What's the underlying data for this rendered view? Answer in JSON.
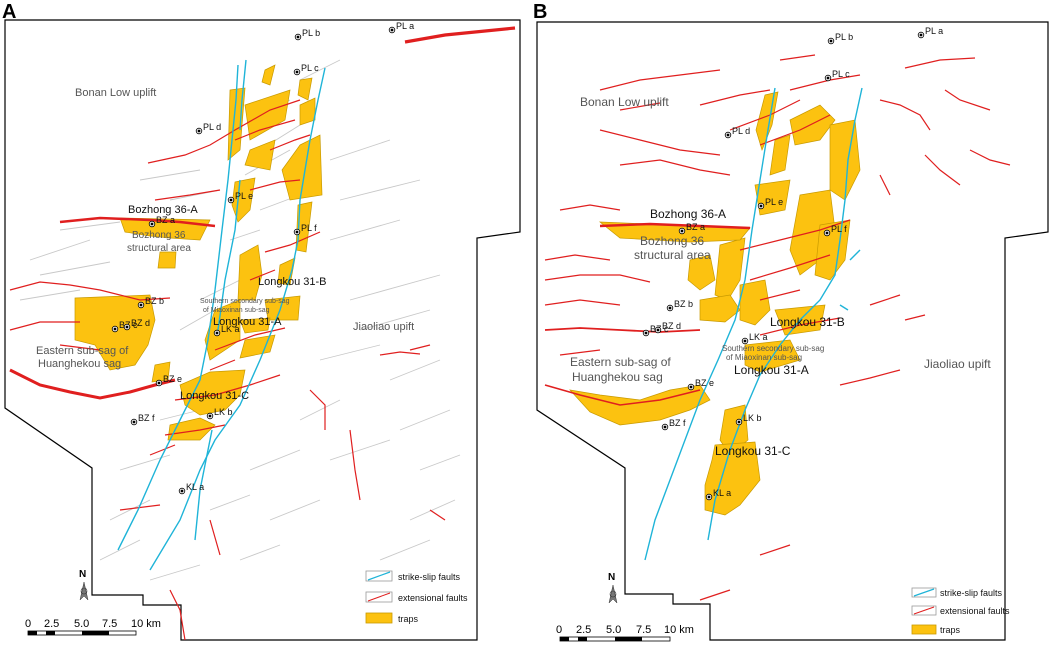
{
  "panels": {
    "a": {
      "label": "A",
      "regions": {
        "bonan_low_uplift": "Bonan Low uplift",
        "bozhong_36a": "Bozhong 36-A",
        "bozhong_36_structural_1": "Bozhong 36",
        "bozhong_36_structural_2": "structural area",
        "longkou_31b": "Longkou 31-B",
        "southern_subsag_1": "Southern secondary sub-sag",
        "southern_subsag_2": "of Miaoxinan sub-sag",
        "longkou_31a": "Longkou 31-A",
        "jiaoliao_uplift": "Jiaoliao upift",
        "eastern_subsag_1": "Eastern sub-sag of",
        "eastern_subsag_2": "Huanghekou sag",
        "longkou_31c": "Longkou 31-C"
      },
      "wells": [
        "PL a",
        "PL b",
        "PL c",
        "PL d",
        "PL e",
        "PL f",
        "BZ a",
        "BZ b",
        "BZ c",
        "BZ d",
        "BZ e",
        "BZ f",
        "LK a",
        "LK b",
        "KL a"
      ],
      "legend": {
        "strike_slip": "strike-slip faults",
        "extensional": "extensional faults",
        "traps": "traps"
      },
      "north": "N",
      "scale": {
        "ticks": [
          "0",
          "2.5",
          "5.0",
          "7.5",
          "10 km"
        ]
      }
    },
    "b": {
      "label": "B",
      "regions": {
        "bonan_low_uplift": "Bonan Low uplift",
        "bozhong_36a": "Bozhong 36-A",
        "bozhong_36_structural_1": "Bozhong 36",
        "bozhong_36_structural_2": "structural area",
        "longkou_31b": "Longkou 31-B",
        "southern_subsag_1": "Southern secondary sub-sag",
        "southern_subsag_2": "of Miaoxinan sub-sag",
        "longkou_31a": "Longkou 31-A",
        "jiaoliao_uplift": "Jiaoliao upift",
        "eastern_subsag_1": "Eastern sub-sag of",
        "eastern_subsag_2": "Huanghekou sag",
        "longkou_31c": "Longkou 31-C"
      },
      "wells": [
        "PL a",
        "PL b",
        "PL c",
        "PL d",
        "PL e",
        "PL f",
        "BZ a",
        "BZ b",
        "BZ c",
        "BZ d",
        "BZ e",
        "BZ f",
        "LK a",
        "LK b",
        "KL a"
      ],
      "legend": {
        "strike_slip": "strike-slip faults",
        "extensional": "extensional faults",
        "traps": "traps"
      },
      "north": "N",
      "scale": {
        "ticks": [
          "0",
          "2.5",
          "5.0",
          "7.5",
          "10 km"
        ]
      }
    }
  },
  "colors": {
    "trap_fill": "#fcc210",
    "trap_stroke": "#c89a00",
    "strike_slip": "#1fb4d8",
    "extensional": "#e01f1f",
    "minor_faults": "#c8c8c8",
    "boundary": "#000000"
  }
}
